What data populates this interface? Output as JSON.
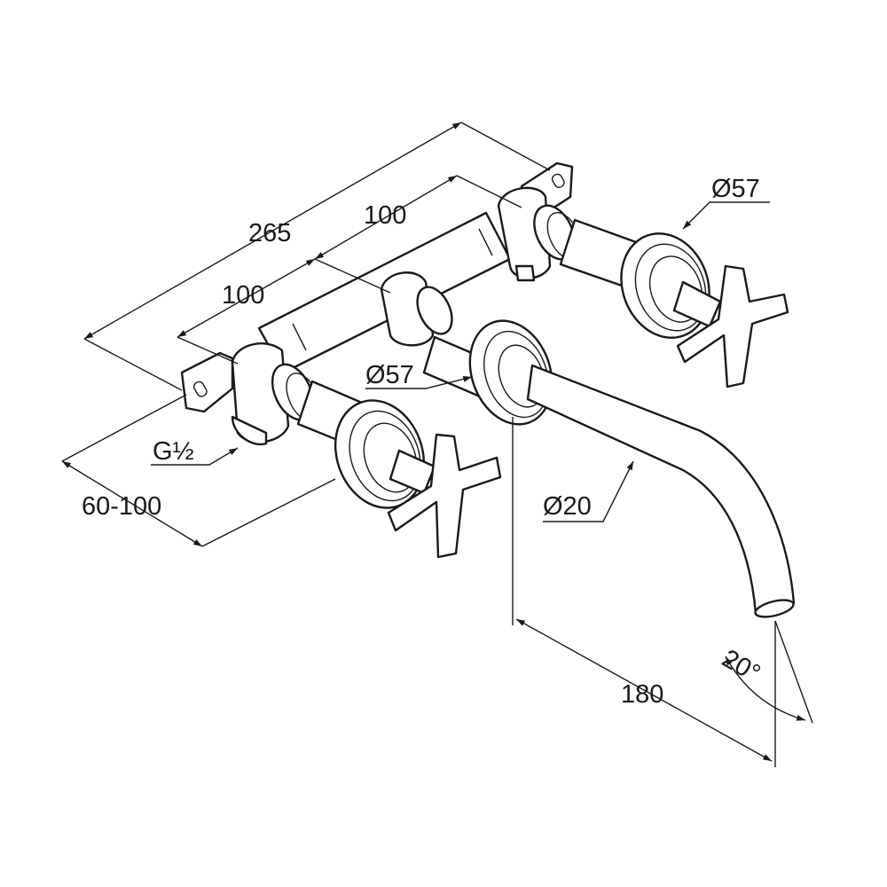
{
  "dimensions": {
    "overall_width": "265",
    "spacing_right": "100",
    "spacing_left": "100",
    "rosette_right": "Ø57",
    "rosette_middle": "Ø57",
    "connection": "G½",
    "wall_depth": "60-100",
    "spout_diameter": "Ø20",
    "spout_length": "180",
    "spout_angle": "20°"
  }
}
